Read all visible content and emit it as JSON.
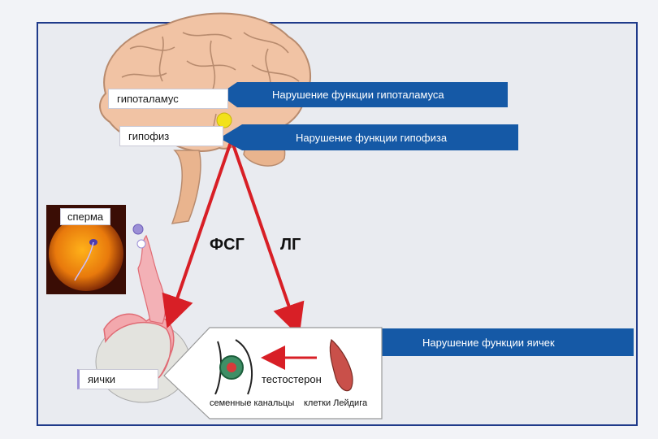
{
  "labels": {
    "hypothalamus": "гипоталамус",
    "pituitary": "гипофиз",
    "sperm": "сперма",
    "testes": "яички",
    "testosterone": "тестостерон",
    "tubules": "семенные канальцы",
    "leydig": "клетки Лейдига"
  },
  "banners": {
    "hypothalamus": "Нарушение функции гипоталамуса",
    "pituitary": "Нарушение функции гипофиза",
    "testes": "Нарушение функции яичек"
  },
  "hormones": {
    "fsh": "ФСГ",
    "lh": "ЛГ"
  },
  "colors": {
    "banner": "#1559a6",
    "arrow": "#d81f26",
    "frame": "#1f3a8a",
    "brain": "#f1c3a4"
  }
}
